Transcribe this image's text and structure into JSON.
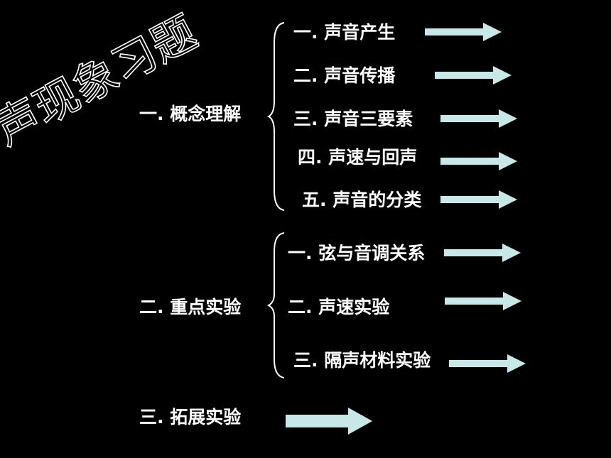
{
  "title": "声现象习题",
  "colors": {
    "background": "#000000",
    "text": "#ffffff",
    "arrow": "#c8e8e8"
  },
  "sections": [
    {
      "label": "一. 概念理解",
      "items": [
        {
          "label": "一. 声音产生"
        },
        {
          "label": "二. 声音传播"
        },
        {
          "label": "三. 声音三要素"
        },
        {
          "label": "四. 声速与回声"
        },
        {
          "label": "五. 声音的分类"
        }
      ]
    },
    {
      "label": "二. 重点实验",
      "items": [
        {
          "label": "一. 弦与音调关系"
        },
        {
          "label": "二. 声速实验"
        },
        {
          "label": "三. 隔声材料实验"
        }
      ]
    },
    {
      "label": "三. 拓展实验",
      "items": []
    }
  ]
}
